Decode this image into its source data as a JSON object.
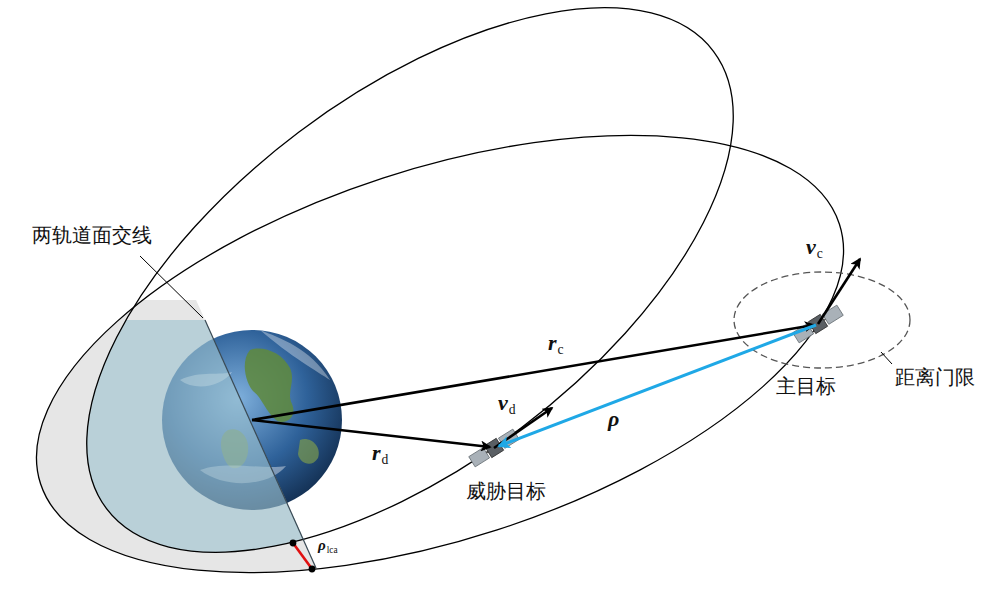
{
  "diagram": {
    "labels": [
      "两轨道面交线",
      "vc",
      "rc",
      "vd",
      "ρ",
      "主目标",
      "距离门限",
      "rd",
      "威胁目标",
      "ρlca"
    ]
  }
}
